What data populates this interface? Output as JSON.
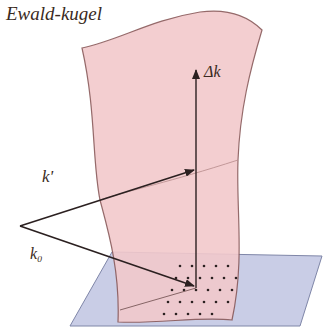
{
  "diagram": {
    "title": "Ewald-kugel",
    "labels": [
      "k'",
      "k₀",
      "Δk"
    ]
  }
}
